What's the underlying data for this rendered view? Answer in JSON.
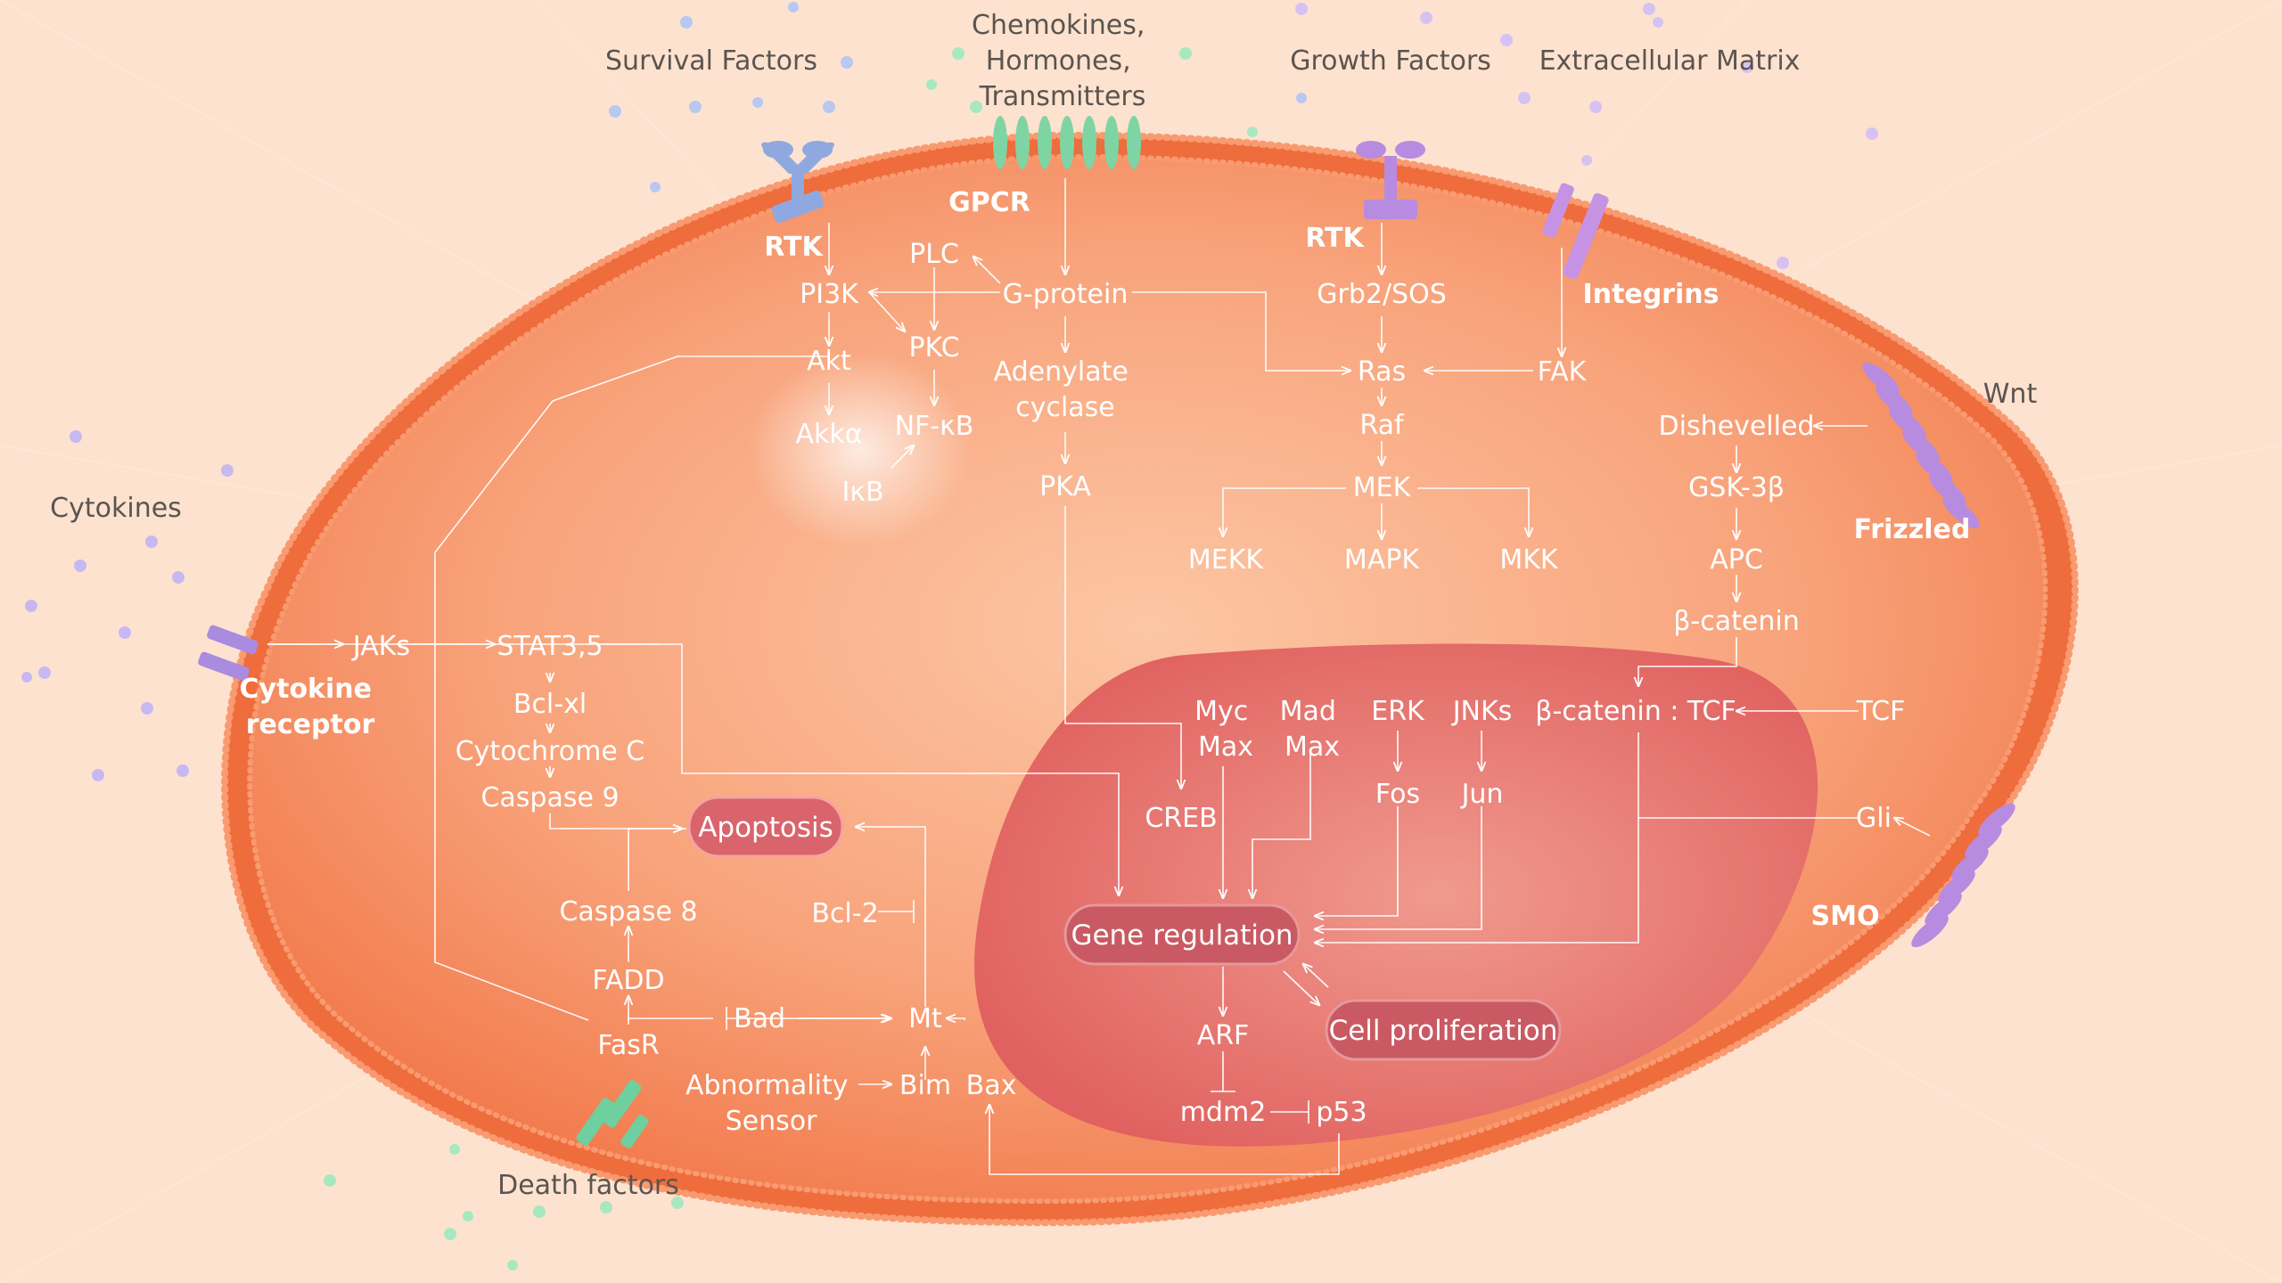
{
  "external": {
    "survival_factors": "Survival Factors",
    "chemokines": [
      "Chemokines,",
      "Hormones,",
      "Transmitters"
    ],
    "growth_factors": "Growth Factors",
    "extracellular_matrix": "Extracellular Matrix",
    "wnt": "Wnt",
    "cytokines": "Cytokines",
    "death_factors": "Death factors"
  },
  "receptors": {
    "rtk_left": "RTK",
    "gpcr": "GPCR",
    "rtk_right": "RTK",
    "integrins": "Integrins",
    "frizzled": "Frizzled",
    "smo": "SMO",
    "cytokine_receptor": [
      "Cytokine",
      "receptor"
    ]
  },
  "nodes": {
    "pi3k": "PI3K",
    "plc": "PLC",
    "g_protein": "G-protein",
    "akt": "Akt",
    "pkc": "PKC",
    "akka": "Akkα",
    "nfkb": "NF-κB",
    "ikb": "IκB",
    "adenylate": [
      "Adenylate",
      "cyclase"
    ],
    "pka": "PKA",
    "grb2": "Grb2/SOS",
    "ras": "Ras",
    "fak": "FAK",
    "raf": "Raf",
    "mek": "MEK",
    "mekk": "MEKK",
    "mapk": "MAPK",
    "mkk": "MKK",
    "dishevelled": "Dishevelled",
    "gsk3b": "GSK-3β",
    "apc": "APC",
    "bcatenin": "β-catenin",
    "bcatenin_tcf": "β-catenin : TCF",
    "tcf": "TCF",
    "gli": "Gli",
    "jaks": "JAKs",
    "stat": "STAT3,5",
    "bclxl": "Bcl-xl",
    "cytc": "Cytochrome C",
    "casp9": "Caspase 9",
    "casp8": "Caspase 8",
    "fadd": "FADD",
    "fasr": "FasR",
    "bad": "Bad",
    "bcl2": "Bcl-2",
    "mt": "Mt",
    "bim": "Bim",
    "bax": "Bax",
    "abnormality": [
      "Abnormality",
      "Sensor"
    ],
    "myc": [
      "Myc",
      "Max"
    ],
    "mad": [
      "Mad",
      "Max"
    ],
    "erk": "ERK",
    "jnks": "JNKs",
    "fos": "Fos",
    "jun": "Jun",
    "creb": "CREB",
    "arf": "ARF",
    "mdm2": "mdm2",
    "p53": "p53"
  },
  "outcomes": {
    "apoptosis": "Apoptosis",
    "gene_regulation": "Gene regulation",
    "cell_proliferation": "Cell proliferation"
  },
  "colors": {
    "background": "#fde3cf",
    "cytoplasm_center": "#fbb48e",
    "cytoplasm_edge": "#f27a4c",
    "membrane": "#ee6b3c",
    "nucleus": "#e56f6a",
    "pill": "#d9646c",
    "receptor_blue": "#8fa9e0",
    "receptor_purple": "#b78be0",
    "receptor_green": "#7fd4a4"
  }
}
